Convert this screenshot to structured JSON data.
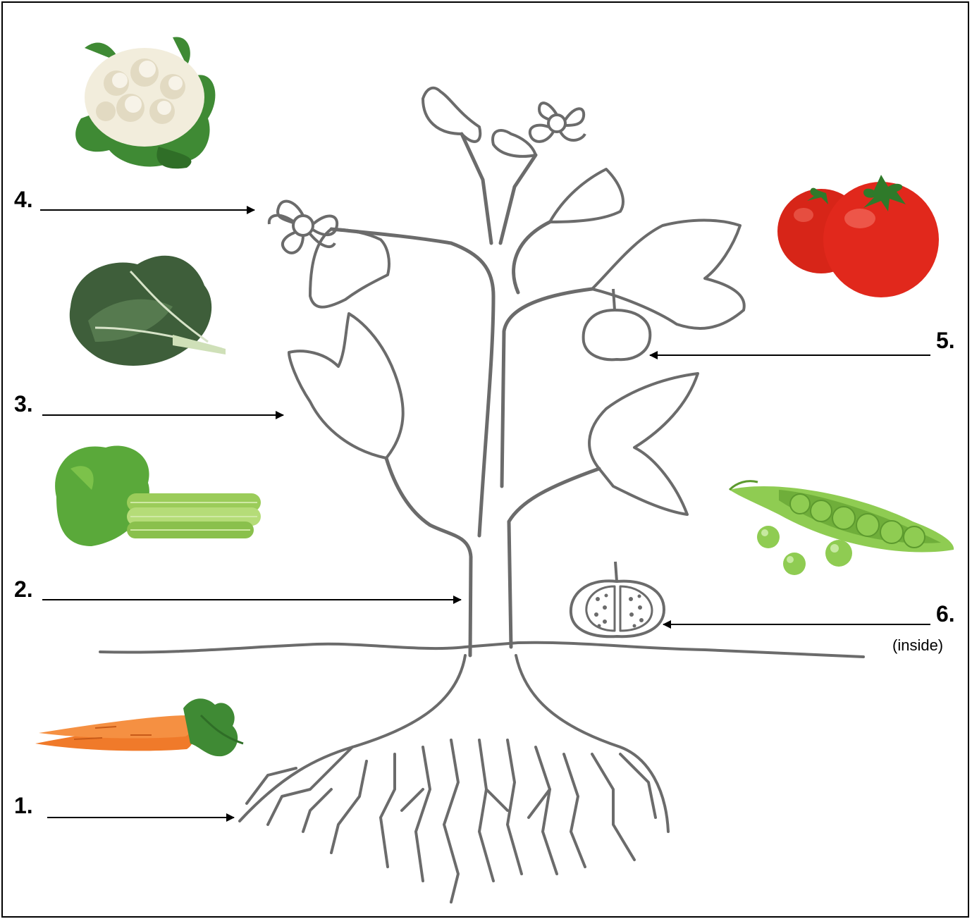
{
  "labels": [
    {
      "num": "1.",
      "target": "roots"
    },
    {
      "num": "2.",
      "target": "stem"
    },
    {
      "num": "3.",
      "target": "leaf"
    },
    {
      "num": "4.",
      "target": "flower"
    },
    {
      "num": "5.",
      "target": "fruit"
    },
    {
      "num": "6.",
      "target": "seeds",
      "note": "(inside)"
    }
  ],
  "vegetables": [
    {
      "name": "cauliflower",
      "plant_part": "flower"
    },
    {
      "name": "collard-greens",
      "plant_part": "leaf"
    },
    {
      "name": "celery",
      "plant_part": "stem"
    },
    {
      "name": "carrots",
      "plant_part": "roots"
    },
    {
      "name": "tomatoes",
      "plant_part": "fruit"
    },
    {
      "name": "peas",
      "plant_part": "seeds"
    }
  ],
  "colors": {
    "outline": "#6b6b6b",
    "arrow": "#000000",
    "carrot": "#f07a2a",
    "tomato": "#e1281c",
    "leaf_green": "#3f8a34",
    "celery_green": "#9bcc5a",
    "pea_green": "#8fcc52",
    "cauliflower": "#f2eddc"
  }
}
